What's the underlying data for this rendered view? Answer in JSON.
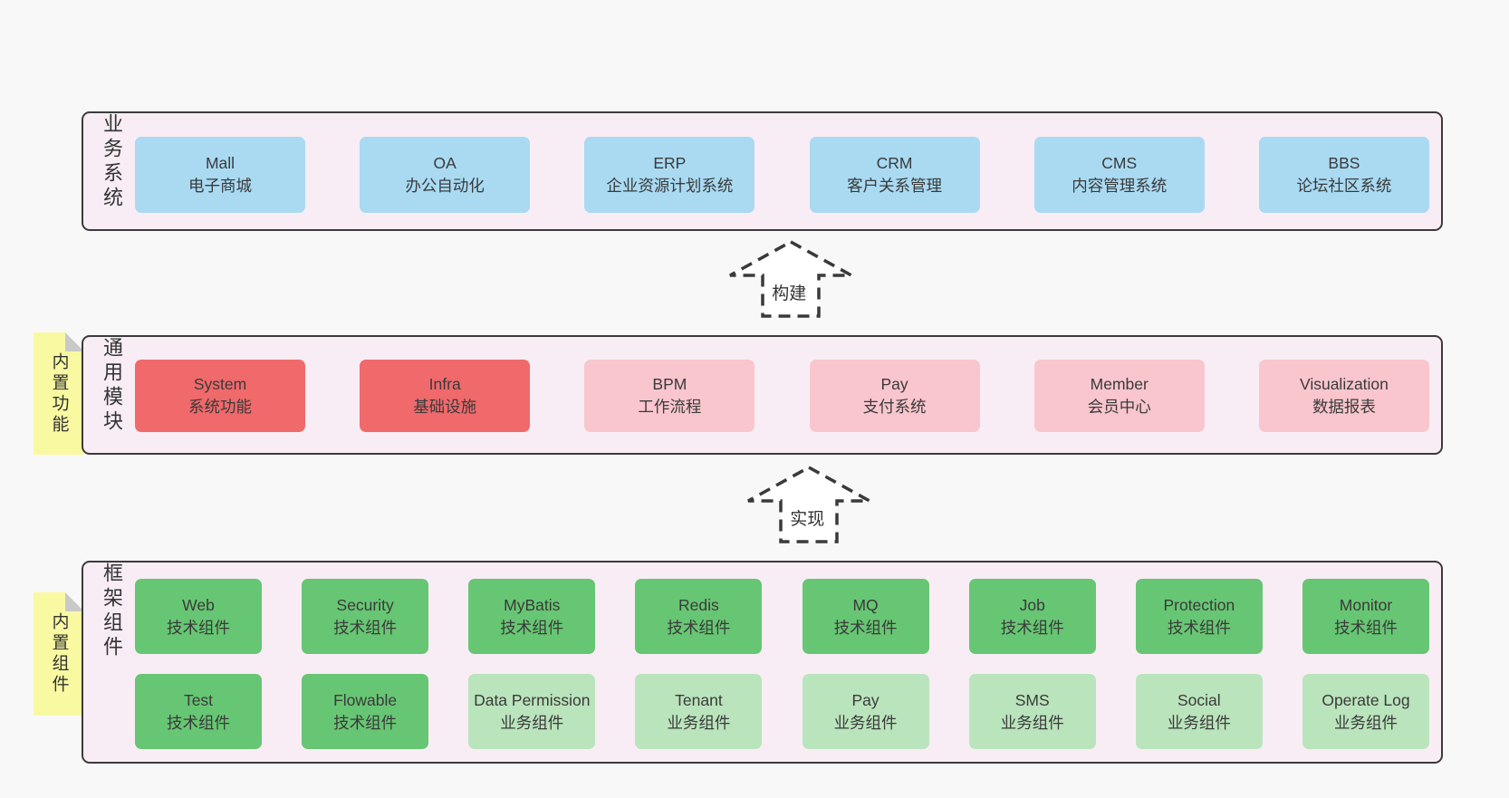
{
  "colors": {
    "page_bg": "#f8f8f8",
    "panel_bg": "#f8edf5",
    "panel_border": "#3b3b3b",
    "box_text": "#3a3a3a",
    "type_blue": "#a9daf2",
    "type_red": "#f0696b",
    "type_pink": "#f9c6cd",
    "type_green": "#67c673",
    "type_lightgreen": "#bae4bc",
    "tag_bg": "#f9f9a2",
    "tag_fold": "#c9c9c9",
    "arrow_line": "#3a3a3a"
  },
  "arrows": [
    {
      "label": "构建"
    },
    {
      "label": "实现"
    }
  ],
  "sections": [
    {
      "label": "业务系统",
      "tag": null,
      "rows": [
        [
          {
            "name": "Mall",
            "sub": "电子商城",
            "type": "blue"
          },
          {
            "name": "OA",
            "sub": "办公自动化",
            "type": "blue"
          },
          {
            "name": "ERP",
            "sub": "企业资源计划系统",
            "type": "blue"
          },
          {
            "name": "CRM",
            "sub": "客户关系管理",
            "type": "blue"
          },
          {
            "name": "CMS",
            "sub": "内容管理系统",
            "type": "blue"
          },
          {
            "name": "BBS",
            "sub": "论坛社区系统",
            "type": "blue"
          }
        ]
      ]
    },
    {
      "label": "通用模块",
      "tag": "内置功能",
      "rows": [
        [
          {
            "name": "System",
            "sub": "系统功能",
            "type": "red"
          },
          {
            "name": "Infra",
            "sub": "基础设施",
            "type": "red"
          },
          {
            "name": "BPM",
            "sub": "工作流程",
            "type": "pink"
          },
          {
            "name": "Pay",
            "sub": "支付系统",
            "type": "pink"
          },
          {
            "name": "Member",
            "sub": "会员中心",
            "type": "pink"
          },
          {
            "name": "Visualization",
            "sub": "数据报表",
            "type": "pink"
          }
        ]
      ]
    },
    {
      "label": "框架组件",
      "tag": "内置组件",
      "rows": [
        [
          {
            "name": "Web",
            "sub": "技术组件",
            "type": "green"
          },
          {
            "name": "Security",
            "sub": "技术组件",
            "type": "green"
          },
          {
            "name": "MyBatis",
            "sub": "技术组件",
            "type": "green"
          },
          {
            "name": "Redis",
            "sub": "技术组件",
            "type": "green"
          },
          {
            "name": "MQ",
            "sub": "技术组件",
            "type": "green"
          },
          {
            "name": "Job",
            "sub": "技术组件",
            "type": "green"
          },
          {
            "name": "Protection",
            "sub": "技术组件",
            "type": "green"
          },
          {
            "name": "Monitor",
            "sub": "技术组件",
            "type": "green"
          }
        ],
        [
          {
            "name": "Test",
            "sub": "技术组件",
            "type": "green"
          },
          {
            "name": "Flowable",
            "sub": "技术组件",
            "type": "green"
          },
          {
            "name": "Data Permission",
            "sub": "业务组件",
            "type": "lightgreen"
          },
          {
            "name": "Tenant",
            "sub": "业务组件",
            "type": "lightgreen"
          },
          {
            "name": "Pay",
            "sub": "业务组件",
            "type": "lightgreen"
          },
          {
            "name": "SMS",
            "sub": "业务组件",
            "type": "lightgreen"
          },
          {
            "name": "Social",
            "sub": "业务组件",
            "type": "lightgreen"
          },
          {
            "name": "Operate Log",
            "sub": "业务组件",
            "type": "lightgreen"
          }
        ]
      ]
    }
  ]
}
